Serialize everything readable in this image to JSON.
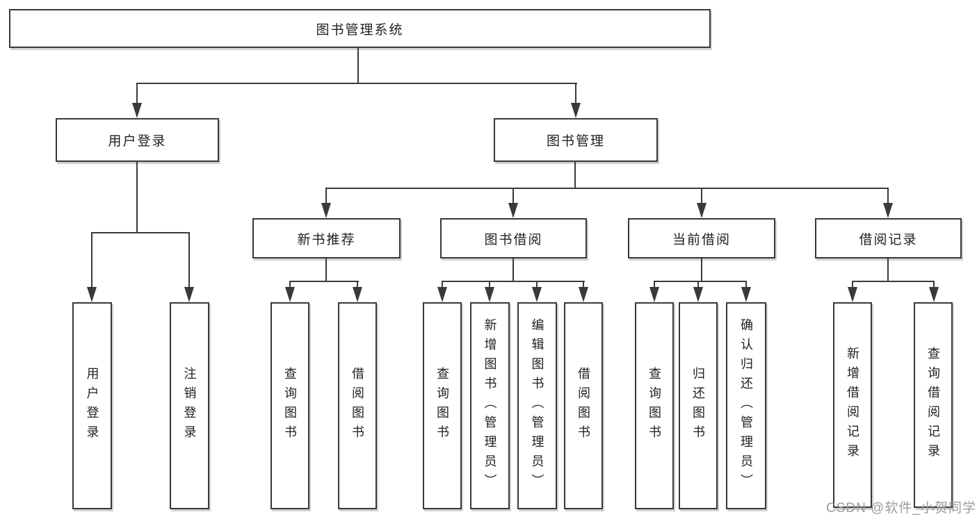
{
  "diagram": {
    "type": "org-tree",
    "title": "图书管理系统",
    "watermark": "CSDN @软件_小贺同学",
    "colors": {
      "background": "#ffffff",
      "line": "#3a3a3a",
      "box_border": "#383838",
      "text": "#1f1f1f",
      "watermark_text": "#9c9c9c"
    },
    "tree": {
      "label": "图书管理系统",
      "children": [
        {
          "label": "用户登录",
          "children": [
            {
              "label": "用户登录"
            },
            {
              "label": "注销登录"
            }
          ]
        },
        {
          "label": "图书管理",
          "children": [
            {
              "label": "新书推荐",
              "children": [
                {
                  "label": "查询图书"
                },
                {
                  "label": "借阅图书"
                }
              ]
            },
            {
              "label": "图书借阅",
              "children": [
                {
                  "label": "查询图书"
                },
                {
                  "label": "新增图书（管理员）"
                },
                {
                  "label": "编辑图书（管理员）"
                },
                {
                  "label": "借阅图书"
                }
              ]
            },
            {
              "label": "当前借阅",
              "children": [
                {
                  "label": "查询图书"
                },
                {
                  "label": "归还图书"
                },
                {
                  "label": "确认归还（管理员）"
                }
              ]
            },
            {
              "label": "借阅记录",
              "children": [
                {
                  "label": "新增借阅记录"
                },
                {
                  "label": "查询借阅记录"
                }
              ]
            }
          ]
        }
      ]
    }
  }
}
